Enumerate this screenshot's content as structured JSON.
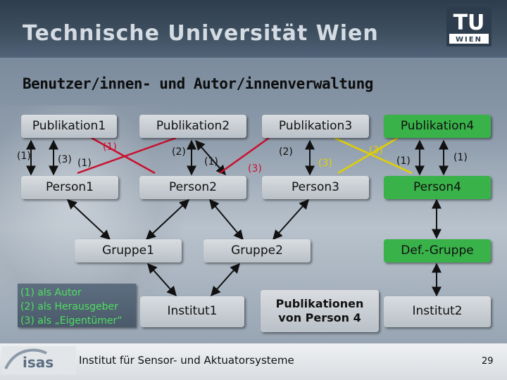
{
  "header": {
    "title": "Technische Universität Wien",
    "logo_top": "TU",
    "logo_bottom": "WIEN"
  },
  "slide": {
    "title": "Benutzer/innen- und Autor/innenverwaltung"
  },
  "publications": [
    "Publikation1",
    "Publikation2",
    "Publikation3",
    "Publikation4"
  ],
  "persons": [
    "Person1",
    "Person2",
    "Person3",
    "Person4"
  ],
  "groups": [
    "Gruppe1",
    "Gruppe2",
    "Def.-Gruppe"
  ],
  "institutes": [
    "Institut1",
    "Institut2"
  ],
  "highlight": "Publikationen von Person 4",
  "legend": [
    "(1) als Autor",
    "(2) als Herausgeber",
    "(3) als „Eigentümer“"
  ],
  "edge_labels": {
    "p1_left": "(1)",
    "p1_mid": "(3)",
    "p1_mid2": "(1)",
    "p1_red": "(1)",
    "p2_left": "(2)",
    "p2_right": "(1)",
    "p3_red": "(3)",
    "p3_mid": "(2)",
    "p3_yellow": "(3)",
    "p4_yellow": "(3)",
    "p4_left": "(1)",
    "p4_right": "(1)"
  },
  "colors": {
    "black": "#111111",
    "red": "#c8102e",
    "yellow": "#e2d000",
    "green": "#39b24a"
  },
  "footer": {
    "institute": "Institut für Sensor- und Aktuatorsysteme",
    "page": "29",
    "logo": "isas"
  }
}
